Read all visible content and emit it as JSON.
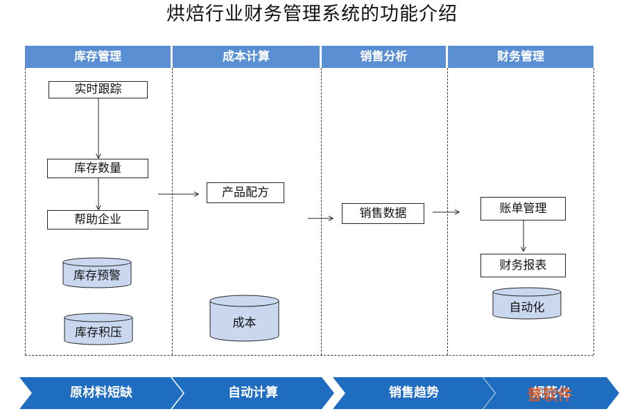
{
  "title": "烘焙行业财务管理系统的功能介绍",
  "columns": [
    {
      "header": "库存管理"
    },
    {
      "header": "成本计算"
    },
    {
      "header": "销售分析"
    },
    {
      "header": "财务管理"
    }
  ],
  "boxes": {
    "realtime": "实时跟踪",
    "quantity": "库存数量",
    "help": "帮助企业",
    "recipe": "产品配方",
    "sales_data": "销售数据",
    "bill": "账单管理",
    "report": "财务报表"
  },
  "cylinders": {
    "warning": "库存预警",
    "backlog": "库存积压",
    "cost": "成本",
    "auto": "自动化"
  },
  "chevrons": [
    "原材料短缺",
    "自动计算",
    "销售趋势",
    "规范化"
  ],
  "watermark": "普软件",
  "colors": {
    "header": "#5b8fd3",
    "chevron": "#1f6dc1",
    "cylinder": "#c9d8ee"
  }
}
